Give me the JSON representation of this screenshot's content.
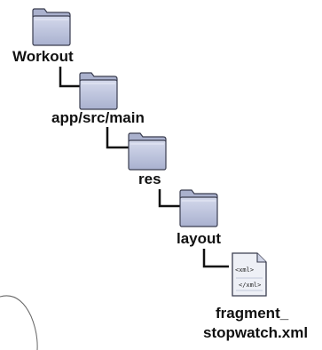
{
  "tree": [
    {
      "label": "Workout",
      "icon": "folder-icon"
    },
    {
      "label": "app/src/main",
      "icon": "folder-icon"
    },
    {
      "label": "res",
      "icon": "folder-icon"
    },
    {
      "label": "layout",
      "icon": "folder-icon"
    },
    {
      "label_line1": "fragment_",
      "label_line2": "stopwatch.xml",
      "icon": "xml-file-icon"
    }
  ],
  "file_icon": {
    "tag_open": "<xml>",
    "tag_close": "</xml>"
  },
  "colors": {
    "folder_fill": "#bcc3dd",
    "folder_stroke": "#3a3d4f",
    "connector": "#111111",
    "text": "#111111"
  }
}
